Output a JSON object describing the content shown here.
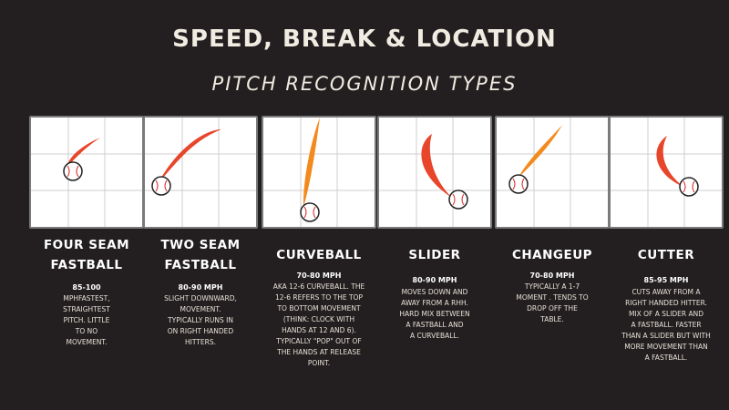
{
  "header": {
    "title": "SPEED, BREAK & LOCATION",
    "subtitle": "PITCH RECOGNITION TYPES"
  },
  "colors": {
    "background": "#231f20",
    "text": "#f1ece2",
    "pitch_red": "#e8452a",
    "pitch_orange": "#f38a1e",
    "ball_stitch": "#d92b2b"
  },
  "icons": [
    "strike-zone-grid-icon",
    "pitch-trail-icon",
    "baseball-icon"
  ],
  "pitches": [
    {
      "name_line1": "FOUR SEAM",
      "name_line2": "FASTBALL",
      "speed": "85-100",
      "desc": [
        "MPHFASTEST,",
        "STRAIGHTEST",
        "PITCH. LITTLE",
        "TO NO",
        "MOVEMENT."
      ]
    },
    {
      "name_line1": "TWO SEAM",
      "name_line2": "FASTBALL",
      "speed": "80-90 MPH",
      "desc": [
        "SLIGHT  DOWNWARD,",
        "MOVEMENT.",
        "TYPICALLY RUNS IN",
        "ON RIGHT HANDED",
        "HITTERS."
      ]
    },
    {
      "name_line1": "CURVEBALL",
      "name_line2": "",
      "speed": "70-80 MPH",
      "desc": [
        "AKA 12-6 CURVEBALL. THE",
        "12-6 REFERS TO THE TOP",
        "TO BOTTOM MOVEMENT",
        "(THINK: CLOCK WITH",
        "HANDS AT 12 AND 6).",
        "TYPICALLY \"POP\" OUT OF",
        "THE HANDS AT RELEASE",
        "POINT."
      ]
    },
    {
      "name_line1": "SLIDER",
      "name_line2": "",
      "speed": "80-90 MPH",
      "desc": [
        "MOVES DOWN AND",
        "AWAY FROM A RHH.",
        "HARD MIX BETWEEN",
        "A FASTBALL AND",
        "A CURVEBALL."
      ]
    },
    {
      "name_line1": "CHANGEUP",
      "name_line2": "",
      "speed": "70-80 MPH",
      "desc": [
        "TYPICALLY A 1-7",
        "MOMENT . TENDS TO",
        "DROP OFF THE",
        "TABLE."
      ]
    },
    {
      "name_line1": "CUTTER",
      "name_line2": "",
      "speed": "85-95 MPH",
      "desc": [
        "CUTS AWAY FROM A",
        "RIGHT HANDED HITTER.",
        "MIX OF A SLIDER AND",
        "A FASTBALL. FASTER",
        "THAN A SLIDER BUT WITH",
        "MORE MOVEMENT THAN",
        "A FASTBALL."
      ]
    }
  ]
}
